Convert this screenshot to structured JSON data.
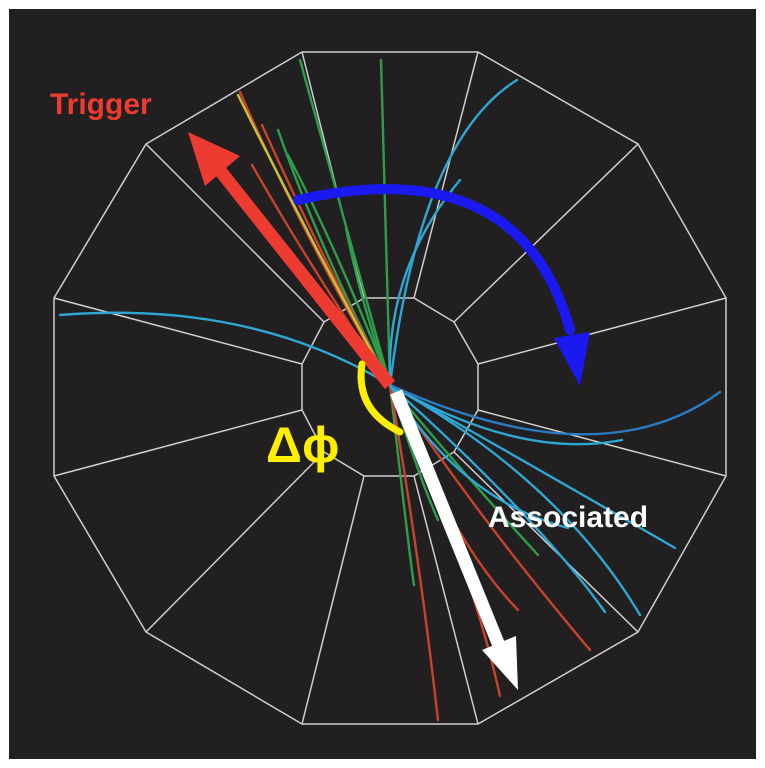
{
  "labels": {
    "trigger": "Trigger",
    "associated": "Associated",
    "delta_phi": "Δϕ"
  },
  "colors": {
    "background": "#211f20",
    "frame": "#ffffff",
    "detector_lines": "#cfcfcf",
    "trigger_arrow": "#ee3b31",
    "associated_arrow": "#ffffff",
    "azimuth_arrow": "#1a1af0",
    "angle_mark": "#ffee00",
    "track_green": "#2e9e4a",
    "track_red": "#c8432c",
    "track_cyan": "#2fa6d3",
    "track_yellow": "#c7c23a"
  },
  "icons": {
    "detector": "dodecagon-detector-cross-section",
    "trigger": "arrow-up-left",
    "associated": "arrow-down-right",
    "azimuth": "curved-arrow-clockwise"
  }
}
